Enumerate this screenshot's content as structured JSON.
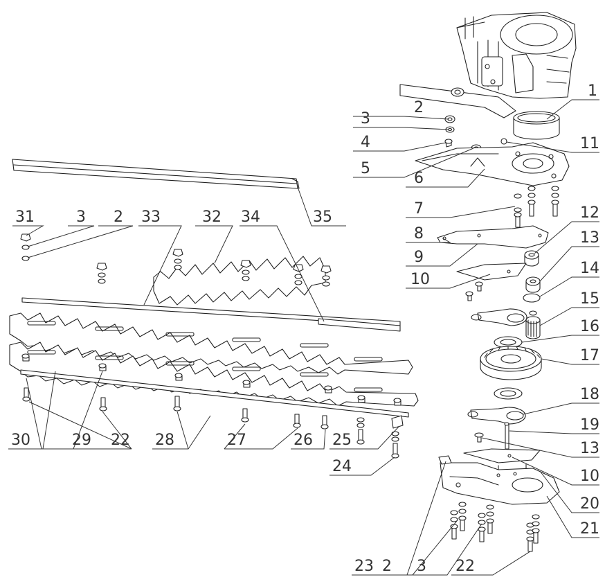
{
  "diagram": {
    "labels": [
      "1",
      "2",
      "3",
      "4",
      "5",
      "6",
      "7",
      "8",
      "9",
      "10",
      "11",
      "12",
      "13",
      "14",
      "15",
      "16",
      "17",
      "18",
      "19",
      "13",
      "10",
      "20",
      "21",
      "22",
      "3",
      "2",
      "23",
      "24",
      "25",
      "26",
      "27",
      "28",
      "22",
      "29",
      "30",
      "31",
      "3",
      "2",
      "33",
      "32",
      "34",
      "35"
    ],
    "line_color": "#222222",
    "background": "#ffffff"
  }
}
